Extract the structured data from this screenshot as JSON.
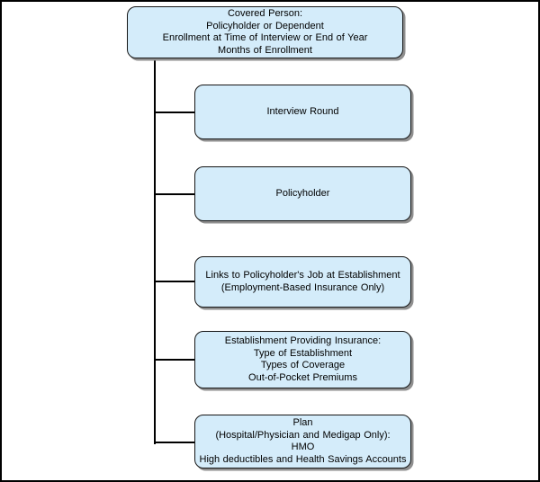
{
  "diagram": {
    "type": "hierarchy-tree",
    "root": {
      "id": "covered-person",
      "lines": [
        "Covered Person:",
        "Policyholder or Dependent",
        "Enrollment at Time of Interview or End of Year",
        "Months of Enrollment"
      ]
    },
    "children": [
      {
        "id": "interview-round",
        "lines": [
          "Interview Round"
        ]
      },
      {
        "id": "policyholder",
        "lines": [
          "Policyholder"
        ]
      },
      {
        "id": "links-to-job",
        "lines": [
          "Links to Policyholder's Job at Establishment",
          "(Employment-Based Insurance Only)"
        ]
      },
      {
        "id": "establishment",
        "lines": [
          "Establishment Providing Insurance:",
          "Type of Establishment",
          "Types of Coverage",
          "Out-of-Pocket Premiums"
        ]
      },
      {
        "id": "plan",
        "lines": [
          "Plan",
          "(Hospital/Physician and Medigap Only):",
          "HMO",
          "High deductibles and Health Savings Accounts"
        ]
      }
    ],
    "colors": {
      "background": "#ffffff",
      "frame_border": "#000000",
      "box_fill": "#d4ecfa",
      "box_border": "#151515",
      "connector": "#000000",
      "shadow": "#8f8f8f",
      "text": "#000000"
    }
  }
}
